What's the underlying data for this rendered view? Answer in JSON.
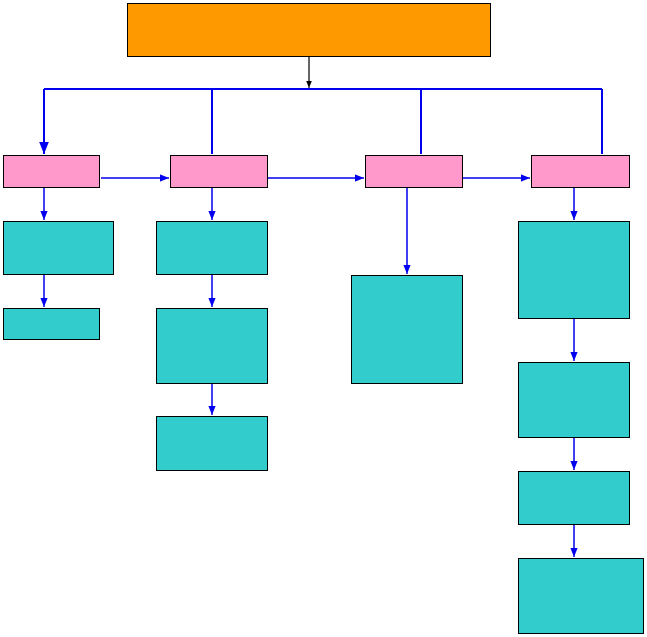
{
  "colors": {
    "root_fill": "#FF9900",
    "header_fill": "#FF99CC",
    "detail_fill": "#33CCCC",
    "connector_blue": "#0000EE",
    "connector_black": "#000000",
    "border": "#000000",
    "background": "#FFFFFF"
  },
  "nodes": [
    {
      "id": "root",
      "kind": "root",
      "text": ""
    },
    {
      "id": "col1-header",
      "kind": "header",
      "text": ""
    },
    {
      "id": "col2-header",
      "kind": "header",
      "text": ""
    },
    {
      "id": "col3-header",
      "kind": "header",
      "text": ""
    },
    {
      "id": "col4-header",
      "kind": "header",
      "text": ""
    },
    {
      "id": "col1-box1",
      "kind": "detail",
      "text": ""
    },
    {
      "id": "col1-box2",
      "kind": "detail",
      "text": ""
    },
    {
      "id": "col2-box1",
      "kind": "detail",
      "text": ""
    },
    {
      "id": "col2-box2",
      "kind": "detail",
      "text": ""
    },
    {
      "id": "col2-box3",
      "kind": "detail",
      "text": ""
    },
    {
      "id": "col3-box1",
      "kind": "detail",
      "text": ""
    },
    {
      "id": "col4-box1",
      "kind": "detail",
      "text": ""
    },
    {
      "id": "col4-box2",
      "kind": "detail",
      "text": ""
    },
    {
      "id": "col4-box3",
      "kind": "detail",
      "text": ""
    },
    {
      "id": "col4-box4",
      "kind": "detail",
      "text": ""
    }
  ],
  "edges": [
    {
      "from": "root",
      "to": "distribution-bus"
    },
    {
      "from": "distribution-bus",
      "to": "col1-header"
    },
    {
      "from": "col1-header",
      "to": "col2-header"
    },
    {
      "from": "col2-header",
      "to": "col3-header"
    },
    {
      "from": "col3-header",
      "to": "col4-header"
    },
    {
      "from": "col1-header",
      "to": "col1-box1"
    },
    {
      "from": "col1-box1",
      "to": "col1-box2"
    },
    {
      "from": "col2-header",
      "to": "col2-box1"
    },
    {
      "from": "col2-box1",
      "to": "col2-box2"
    },
    {
      "from": "col2-box2",
      "to": "col2-box3"
    },
    {
      "from": "col3-header",
      "to": "col3-box1"
    },
    {
      "from": "col4-header",
      "to": "col4-box1"
    },
    {
      "from": "col4-box1",
      "to": "col4-box2"
    },
    {
      "from": "col4-box2",
      "to": "col4-box3"
    },
    {
      "from": "col4-box3",
      "to": "col4-box4"
    }
  ]
}
